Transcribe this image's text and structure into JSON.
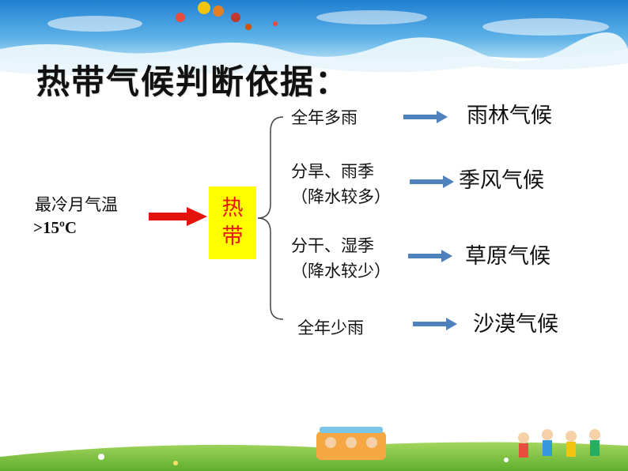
{
  "title": "热带气候判断依据：",
  "condition": {
    "label": "最冷月气温",
    "value": ">15ºC"
  },
  "zone": "热带",
  "branches": [
    {
      "criterion": [
        "全年多雨"
      ],
      "climate": "雨林气候"
    },
    {
      "criterion": [
        "分旱、雨季",
        "（降水较多）"
      ],
      "climate": "季风气候"
    },
    {
      "criterion": [
        "分干、湿季",
        "（降水较少）"
      ],
      "climate": "草原气候"
    },
    {
      "criterion": [
        "全年少雨"
      ],
      "climate": "沙漠气候"
    }
  ],
  "colors": {
    "sky_top": "#1f7fd0",
    "sky_bottom": "#bfe3f6",
    "grass": "#7cc443",
    "highlight_box": "#ffff00",
    "zone_text": "#e8140c",
    "red_arrow": "#e3120b",
    "blue_arrow": "#4f81bd"
  }
}
